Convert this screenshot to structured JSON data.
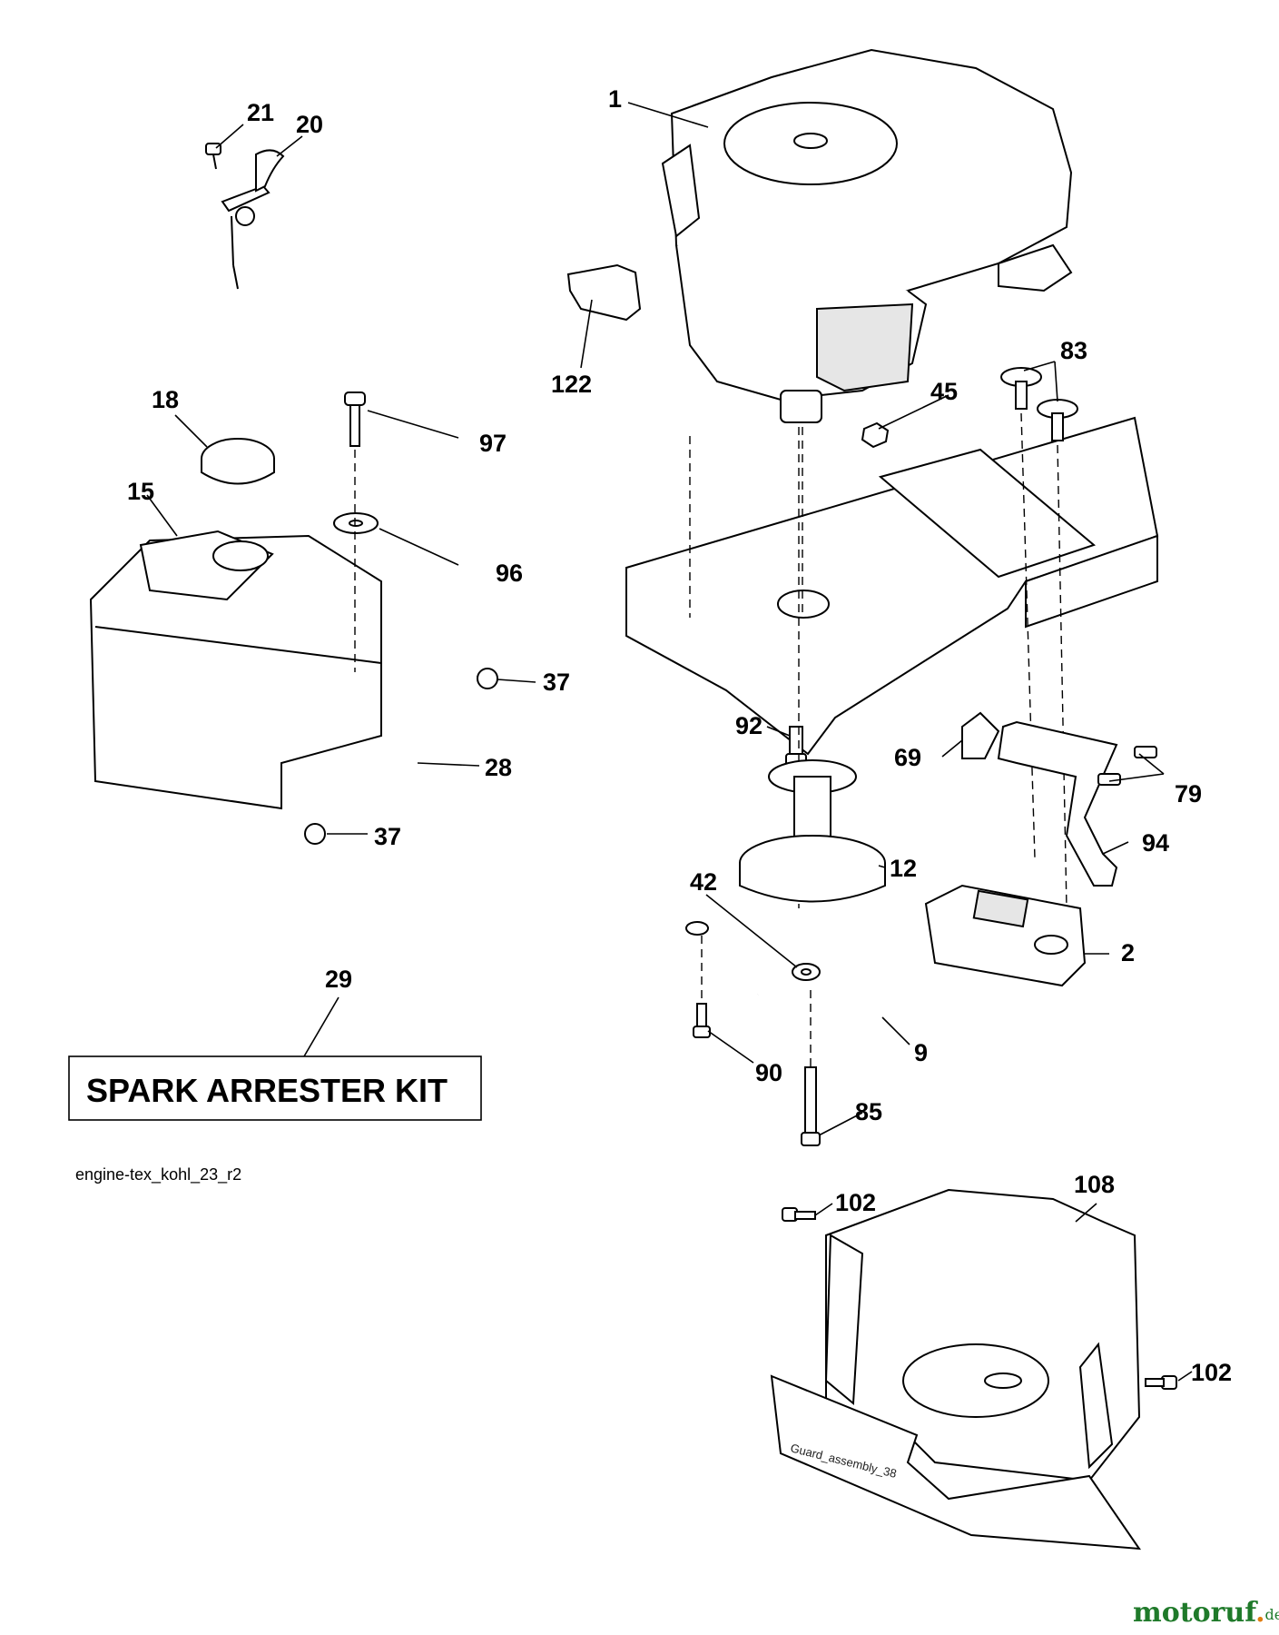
{
  "drawing_id": "engine-tex_kohl_23_r2",
  "kit_label": "SPARK ARRESTER KIT",
  "guard_label": "Guard_assembly_38",
  "watermark": {
    "main": "motoruf",
    "dot": ".",
    "tld": "de"
  },
  "part_numbers": {
    "p1": "1",
    "p2": "2",
    "p9": "9",
    "p12": "12",
    "p15": "15",
    "p18": "18",
    "p20": "20",
    "p21": "21",
    "p28": "28",
    "p29": "29",
    "p37a": "37",
    "p37b": "37",
    "p42": "42",
    "p45": "45",
    "p69": "69",
    "p79": "79",
    "p83": "83",
    "p85": "85",
    "p90": "90",
    "p92": "92",
    "p94": "94",
    "p96": "96",
    "p97": "97",
    "p102a": "102",
    "p102b": "102",
    "p108": "108",
    "p122": "122"
  },
  "colors": {
    "line": "#000000",
    "fill": "#ffffff",
    "watermark_green": "#1f7a2a",
    "watermark_orange": "#e07d10"
  }
}
